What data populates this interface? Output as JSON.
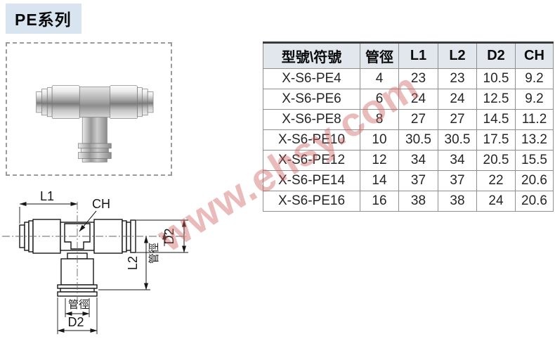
{
  "page": {
    "title": "PE系列"
  },
  "table": {
    "headers": [
      "型號\\符號",
      "管徑",
      "L1",
      "L2",
      "D2",
      "CH"
    ],
    "rows": [
      [
        "X-S6-PE4",
        "4",
        "23",
        "23",
        "10.5",
        "9.2"
      ],
      [
        "X-S6-PE6",
        "6",
        "24",
        "24",
        "12.5",
        "9.2"
      ],
      [
        "X-S6-PE8",
        "8",
        "27",
        "27",
        "14.5",
        "11.2"
      ],
      [
        "X-S6-PE10",
        "10",
        "30.5",
        "30.5",
        "17.5",
        "13.2"
      ],
      [
        "X-S6-PE12",
        "12",
        "34",
        "34",
        "20.5",
        "15.5"
      ],
      [
        "X-S6-PE14",
        "14",
        "37",
        "37",
        "22",
        "20.6"
      ],
      [
        "X-S6-PE16",
        "16",
        "38",
        "38",
        "24",
        "20.6"
      ]
    ]
  },
  "diagram": {
    "l1": "L1",
    "ch": "CH",
    "d2_right": "D2",
    "dia_right": "管徑",
    "l2": "L2",
    "dia_bottom": "管徑",
    "d2_bottom": "D2"
  },
  "watermark": {
    "text": "www.ehsy.com",
    "color": "#cf5f5f"
  },
  "colors": {
    "title_bg": "#d8e4f0",
    "table_header_bg": "#e2e6ed"
  }
}
